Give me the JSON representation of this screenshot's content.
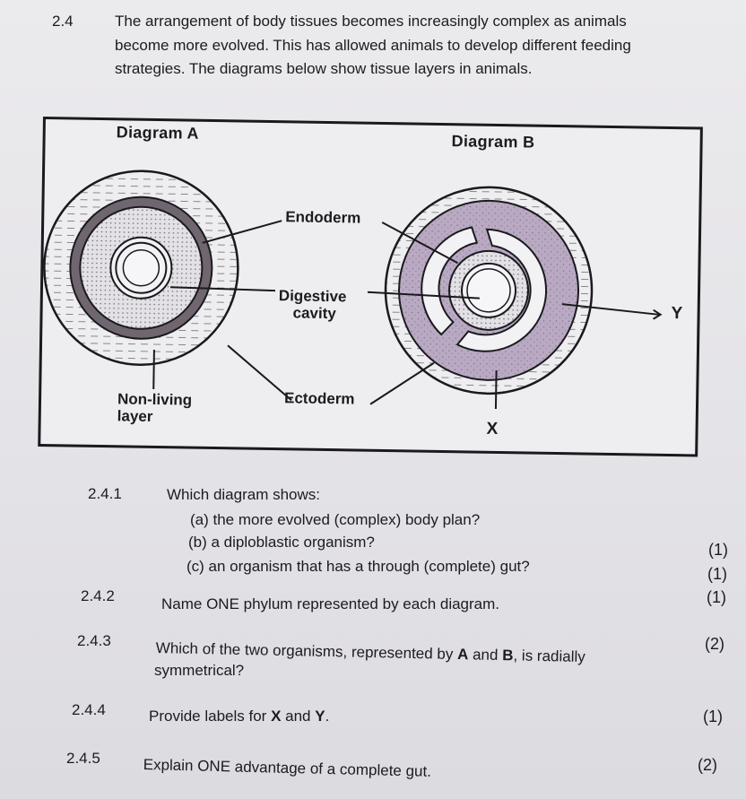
{
  "intro": {
    "number": "2.4",
    "lines": [
      "The arrangement of body tissues becomes increasingly complex as animals",
      "become more evolved. This has allowed animals to develop different feeding",
      "strategies. The diagrams below show tissue layers in animals."
    ]
  },
  "figure": {
    "diagram_a_title": "Diagram A",
    "diagram_b_title": "Diagram B",
    "labels": {
      "endoderm": "Endoderm",
      "digestive_1": "Digestive",
      "digestive_2": "cavity",
      "non_living_1": "Non-living",
      "non_living_2": "layer",
      "ectoderm": "Ectoderm",
      "x": "X",
      "y": "Y"
    },
    "colors": {
      "mesoglea": "#6f6670",
      "mesoderm": "#b9a9c2",
      "outline": "#1a1a1e"
    }
  },
  "questions": [
    {
      "number": "2.4.1",
      "text": "Which diagram shows:",
      "subparts": [
        {
          "text": "(a) the more evolved (complex) body plan?",
          "marks": "(1)"
        },
        {
          "text": "(b) a diploblastic organism?",
          "marks": "(1)"
        },
        {
          "text": "(c) an organism that has a through (complete) gut?",
          "marks": "(1)"
        }
      ]
    },
    {
      "number": "2.4.2",
      "text": "Name ONE phylum represented by each diagram.",
      "marks": "(2)"
    },
    {
      "number": "2.4.3",
      "text_pre": "Which of the two organisms, represented by ",
      "bold_a": "A",
      "text_mid": " and ",
      "bold_b": "B",
      "text_post": ", is radially",
      "text_line2": "symmetrical?",
      "marks": "(1)"
    },
    {
      "number": "2.4.4",
      "text_pre": "Provide labels for ",
      "bold_x": "X",
      "text_mid": " and ",
      "bold_y": "Y",
      "text_post": ".",
      "marks": "(2)"
    },
    {
      "number": "2.4.5",
      "text": "Explain ONE advantage of a complete gut.",
      "marks": ""
    }
  ]
}
